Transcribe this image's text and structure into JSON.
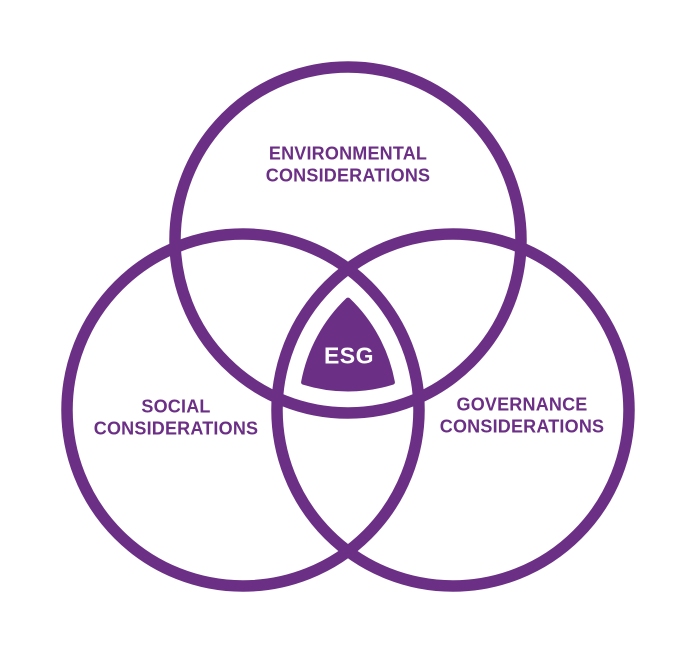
{
  "venn": {
    "colors": {
      "accent": "#6C2F86",
      "background": "#FFFFFF",
      "center_label_color": "#FFFFFF"
    },
    "circles": [
      {
        "name": "environmental",
        "label_line1": "ENVIRONMENTAL",
        "label_line2": "CONSIDERATIONS"
      },
      {
        "name": "social",
        "label_line1": "SOCIAL",
        "label_line2": "CONSIDERATIONS"
      },
      {
        "name": "governance",
        "label_line1": "GOVERNANCE",
        "label_line2": "CONSIDERATIONS"
      }
    ],
    "center": {
      "label": "ESG"
    }
  }
}
